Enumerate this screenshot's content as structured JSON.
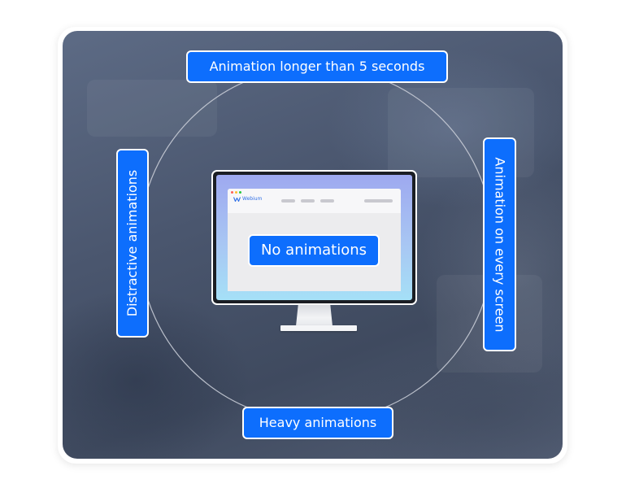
{
  "labels": {
    "top": "Animation longer than 5 seconds",
    "left": "Distractive animations",
    "right": "Animation on every screen",
    "bottom": "Heavy animations",
    "center": "No animations"
  },
  "browser": {
    "logo_text": "Webium",
    "window_dots": [
      "#ff5f57",
      "#febc2e",
      "#28c840"
    ]
  },
  "colors": {
    "accent": "#0d6efd",
    "label_text": "#ffffff",
    "ring": "#c8ccd6"
  },
  "icons": [
    "webium-logo-icon"
  ]
}
